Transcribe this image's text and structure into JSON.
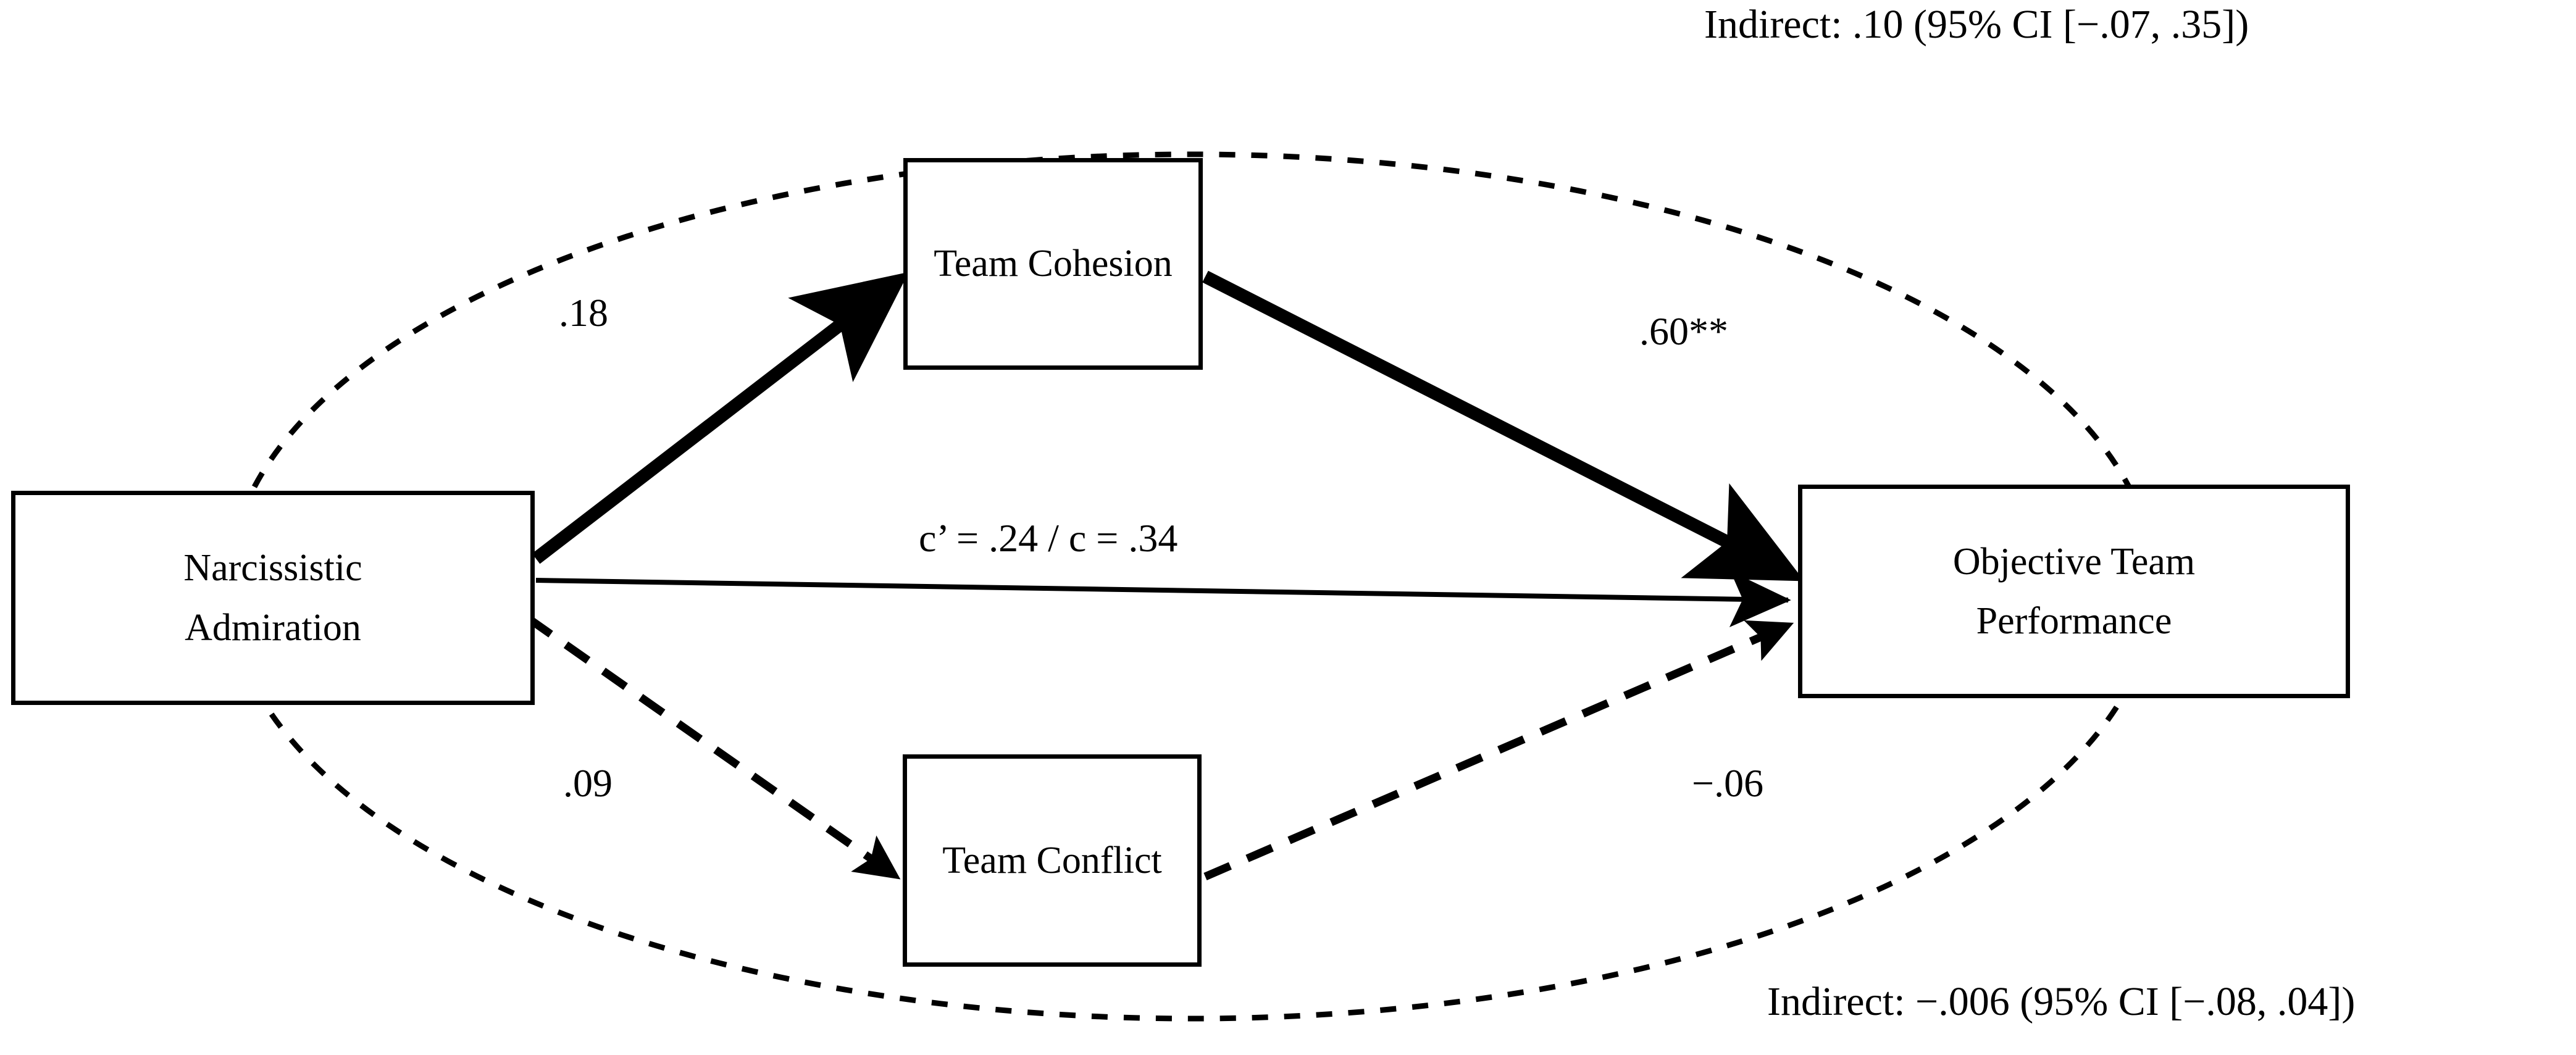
{
  "diagram": {
    "type": "mediation-path-diagram",
    "nodes": [
      {
        "id": "narcissistic-admiration",
        "line1": "Narcissistic",
        "line2": "Admiration"
      },
      {
        "id": "team-cohesion",
        "line1": "Team Cohesion"
      },
      {
        "id": "team-conflict",
        "line1": "Team Conflict"
      },
      {
        "id": "objective-team-performance",
        "line1": "Objective Team",
        "line2": "Performance"
      }
    ],
    "paths": {
      "a1_label": ".18",
      "b1_label": ".60**",
      "direct_label": "c’ = .24 / c = .34",
      "a2_label": ".09",
      "b2_label": "−.06"
    },
    "annotations": {
      "indirect_top": "Indirect: .10 (95% CI [−.07, .35])",
      "indirect_bottom": "Indirect: −.006 (95% CI [−.08, .04])"
    },
    "colors": {
      "stroke": "#000000",
      "background": "#ffffff"
    }
  },
  "chart_data": {
    "type": "diagram",
    "title": "",
    "nodes": [
      "Narcissistic Admiration",
      "Team Cohesion",
      "Team Conflict",
      "Objective Team Performance"
    ],
    "edges": [
      {
        "from": "Narcissistic Admiration",
        "to": "Team Cohesion",
        "label": ".18",
        "style": "bold-solid",
        "value": 0.18,
        "significant": false
      },
      {
        "from": "Team Cohesion",
        "to": "Objective Team Performance",
        "label": ".60**",
        "style": "bold-solid",
        "value": 0.6,
        "significant": true
      },
      {
        "from": "Narcissistic Admiration",
        "to": "Objective Team Performance",
        "label": "c’ = .24 / c = .34",
        "style": "thin-solid",
        "value": 0.24,
        "total_effect": 0.34,
        "significant": false
      },
      {
        "from": "Narcissistic Admiration",
        "to": "Team Conflict",
        "label": ".09",
        "style": "dashed",
        "value": 0.09,
        "significant": false
      },
      {
        "from": "Team Conflict",
        "to": "Objective Team Performance",
        "label": "−.06",
        "style": "dashed",
        "value": -0.06,
        "significant": false
      }
    ],
    "indirect_effects": [
      {
        "via": "Team Cohesion",
        "estimate": 0.1,
        "ci_low": -0.07,
        "ci_high": 0.35,
        "text": "Indirect: .10 (95% CI [−.07, .35])"
      },
      {
        "via": "Team Conflict",
        "estimate": -0.006,
        "ci_low": -0.08,
        "ci_high": 0.04,
        "text": "Indirect: −.006 (95% CI [−.08, .04])"
      }
    ]
  }
}
